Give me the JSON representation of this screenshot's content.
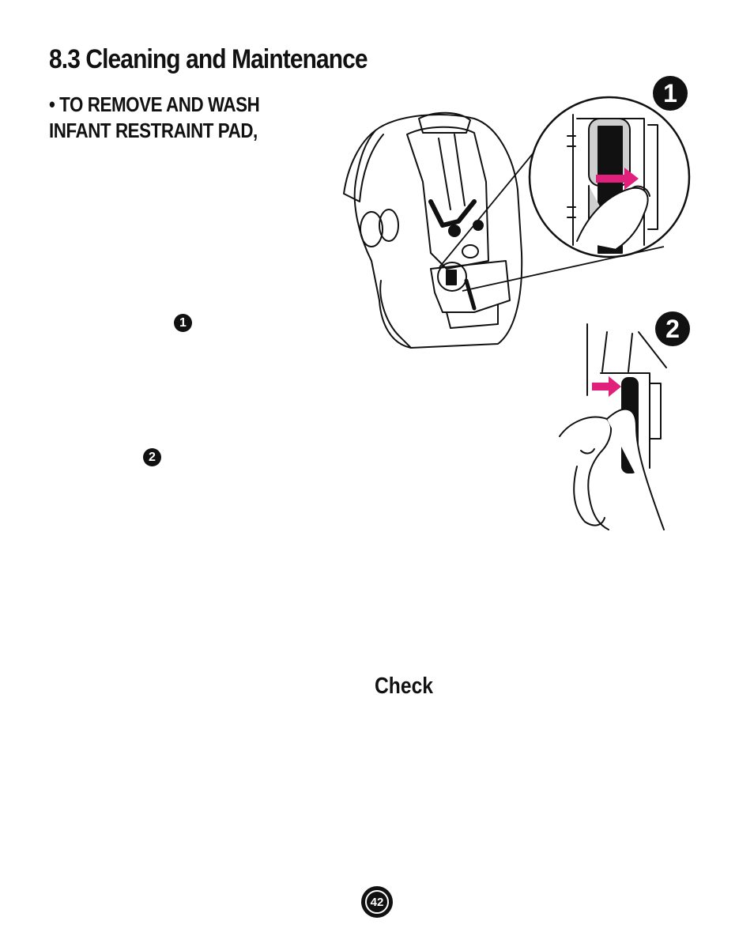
{
  "section": {
    "title": "8.3 Cleaning and Maintenance",
    "subhead_line1": "• TO REMOVE AND WASH",
    "subhead_line2": "INFANT RESTRAINT PAD,"
  },
  "steps": {
    "ref1": "❶",
    "ref2": "❷"
  },
  "figures": {
    "fig1_number": "1",
    "fig2_number": "2",
    "arrow_color": "#e0207a"
  },
  "body": {
    "check_label": "Check"
  },
  "footer": {
    "page_number": "42"
  }
}
